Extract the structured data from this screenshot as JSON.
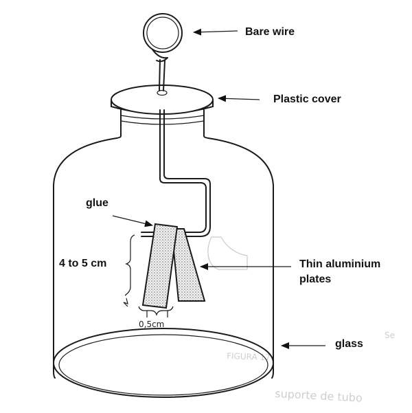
{
  "labels": {
    "bare_wire": "Bare wire",
    "plastic_cover": "Plastic cover",
    "glue": "glue",
    "height": "4 to 5 cm",
    "plates_line1": "Thin aluminium",
    "plates_line2": "plates",
    "glass": "glass",
    "width": "0,5cm"
  },
  "icons": {
    "arrow": "arrow-left-icon"
  }
}
